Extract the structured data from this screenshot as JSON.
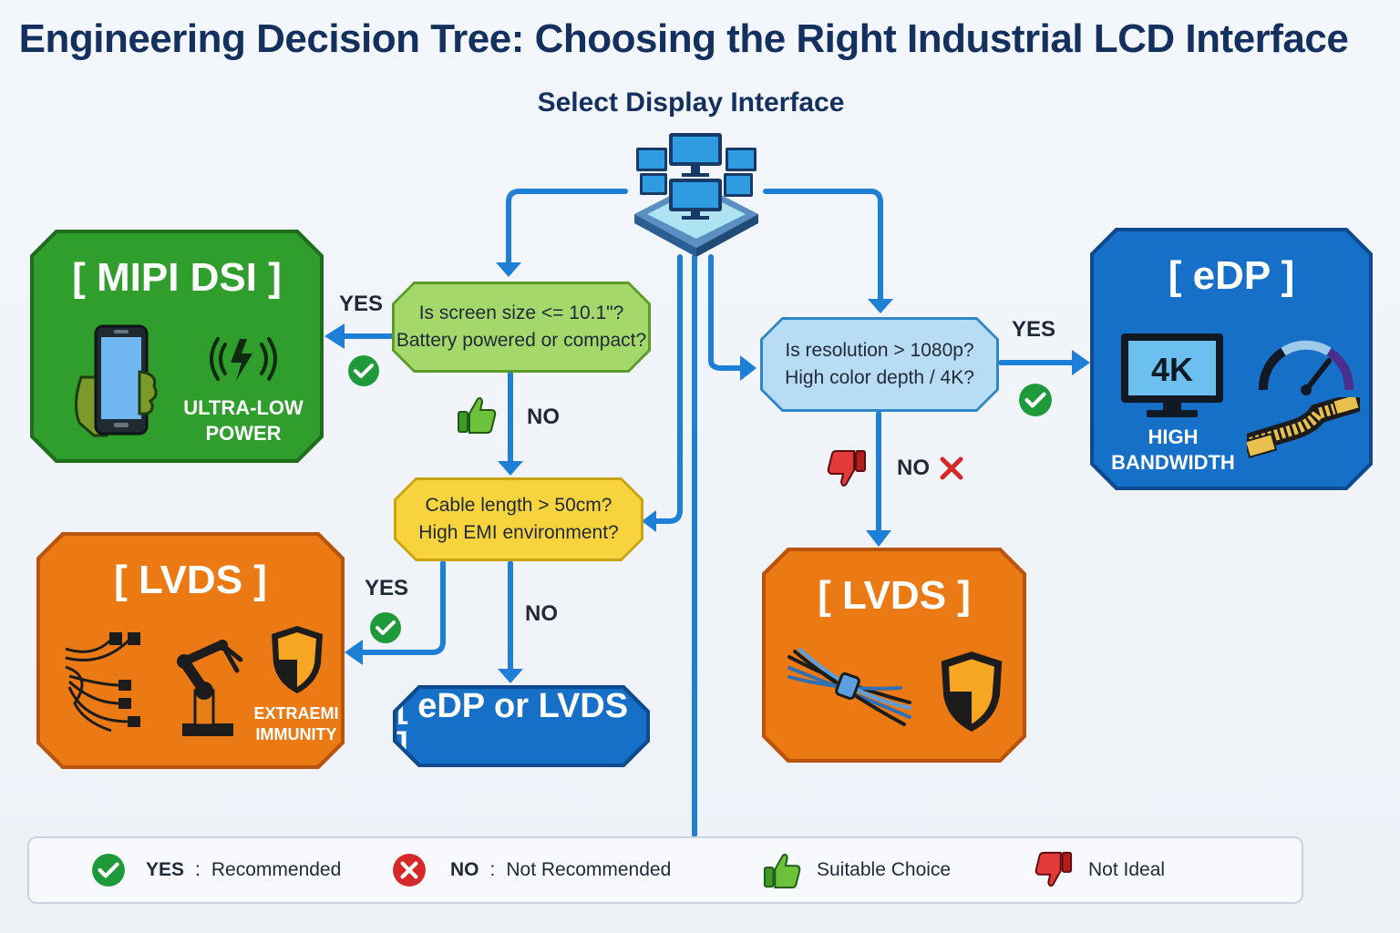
{
  "title": "Engineering Decision Tree: Choosing the Right Industrial LCD Interface",
  "root": {
    "label": "Select Display Interface",
    "icon": "display-hub-icon"
  },
  "decisions": {
    "screen_size": {
      "line1": "Is screen size <= 10.1\"?",
      "line2": "Battery powered or compact?",
      "color": "#a4d86a"
    },
    "cable_length": {
      "line1": "Cable length > 50cm?",
      "line2": "High EMI environment?",
      "color": "#f7d43e"
    },
    "resolution": {
      "line1": "Is resolution > 1080p?",
      "line2": "High color depth / 4K?",
      "color": "#b9dcf5"
    }
  },
  "edges": {
    "screen_yes": "YES",
    "screen_no": "NO",
    "cable_yes": "YES",
    "cable_no": "NO",
    "res_yes": "YES",
    "res_no": "NO"
  },
  "results": {
    "mipi": {
      "title": "[ MIPI DSI ]",
      "caption_line1": "ULTRA-LOW",
      "caption_line2": "POWER",
      "color": "#2f9e2c"
    },
    "lvds_emi": {
      "title": "[ LVDS ]",
      "caption_line1": "EXTRAEMI",
      "caption_line2": "IMMUNITY",
      "color": "#ec7a14"
    },
    "edp": {
      "title": "[ eDP ]",
      "badge": "4K",
      "caption_line1": "HIGH",
      "caption_line2": "BANDWIDTH",
      "color": "#1670c8"
    },
    "lvds_res": {
      "title": "[ LVDS ]",
      "color": "#ec7a14"
    },
    "edp_or_lvds": {
      "title": "[ eDP or LVDS ]",
      "color": "#1670c8"
    }
  },
  "legend": {
    "yes_key": "YES",
    "yes_text": "Recommended",
    "no_key": "NO",
    "no_text": "Not Recommended",
    "suitable_text": "Suitable Choice",
    "not_ideal_text": "Not Ideal",
    "separator": ":"
  },
  "colors": {
    "connector": "#1d7fd6",
    "check": "#1e9a3a",
    "cross": "#d62828",
    "title": "#14305e"
  }
}
